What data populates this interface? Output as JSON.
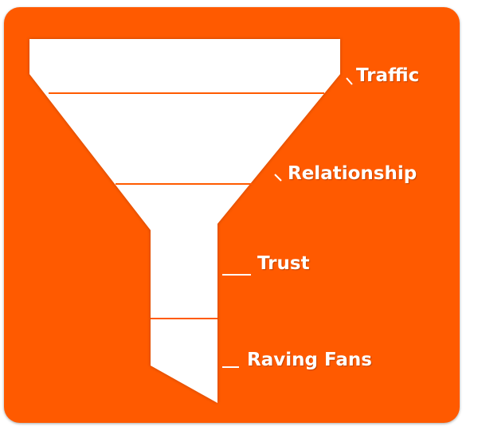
{
  "colors": {
    "background": "#FF5A00",
    "funnel": "#FFFFFF",
    "divider": "#FF5A00",
    "text": "#FFFFFF"
  },
  "funnel": {
    "stages": [
      {
        "label": "Traffic"
      },
      {
        "label": "Relationship"
      },
      {
        "label": "Trust"
      },
      {
        "label": "Raving Fans"
      }
    ]
  }
}
